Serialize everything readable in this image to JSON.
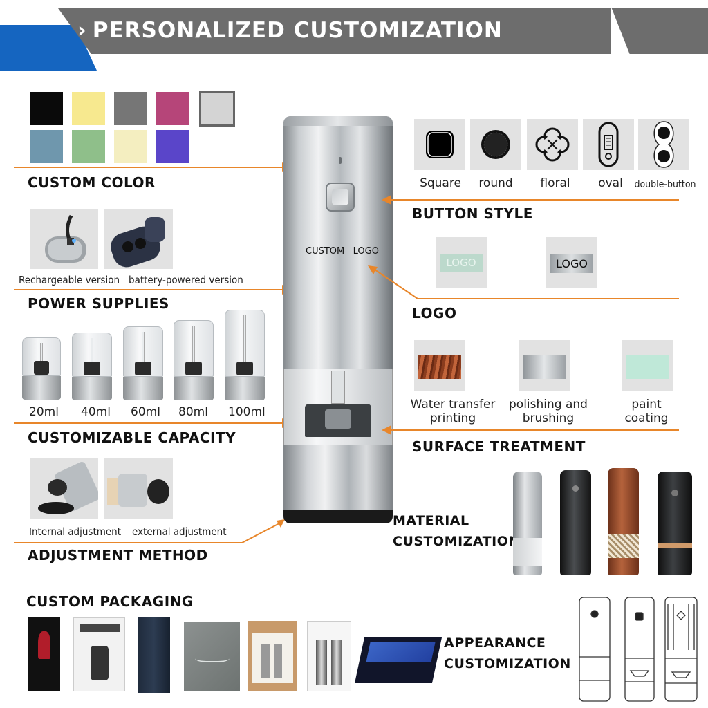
{
  "header": {
    "title": "PERSONALIZED CUSTOMIZATION",
    "chevron": "›"
  },
  "colors": [
    "#0a0a0a",
    "#f7e98f",
    "#767676",
    "#b64579",
    "#d4d4d4",
    "#6f97ad",
    "#8fbf8a",
    "#f4eec0",
    "#5a45c9"
  ],
  "sections": {
    "custom_color": "CUSTOM COLOR",
    "power_supplies": "POWER SUPPLIES",
    "capacity": "CUSTOMIZABLE CAPACITY",
    "adjustment": "ADJUSTMENT METHOD",
    "packaging": "CUSTOM  PACKAGING",
    "button_style": "BUTTON STYLE",
    "logo": "LOGO",
    "surface": "SURFACE TREATMENT",
    "material_1": "MATERIAL",
    "material_2": "CUSTOMIZATION",
    "appearance_1": "APPEARANCE",
    "appearance_2": "CUSTOMIZATION"
  },
  "power": {
    "rechargeable": "Rechargeable version",
    "battery": "battery-powered version"
  },
  "capacities": [
    "20ml",
    "40ml",
    "60ml",
    "80ml",
    "100ml"
  ],
  "adjust": {
    "internal": "Internal adjustment",
    "external": "external adjustment"
  },
  "buttons": [
    "Square",
    "round",
    "floral",
    "oval",
    "double-button"
  ],
  "logo_samples": [
    "LOGO",
    "LOGO"
  ],
  "grinder_logo": "CUSTOM   LOGO",
  "surface": {
    "water_1": "Water transfer",
    "water_2": "printing",
    "polish_1": "polishing and",
    "polish_2": "brushing",
    "paint_1": "paint",
    "paint_2": "coating"
  },
  "accent": "#e8862a",
  "icons": [
    "chevron-right-icon",
    "usb-cable-icon",
    "battery-cap-icon",
    "square-button-icon",
    "round-button-icon",
    "floral-button-icon",
    "oval-button-icon",
    "double-button-icon"
  ]
}
